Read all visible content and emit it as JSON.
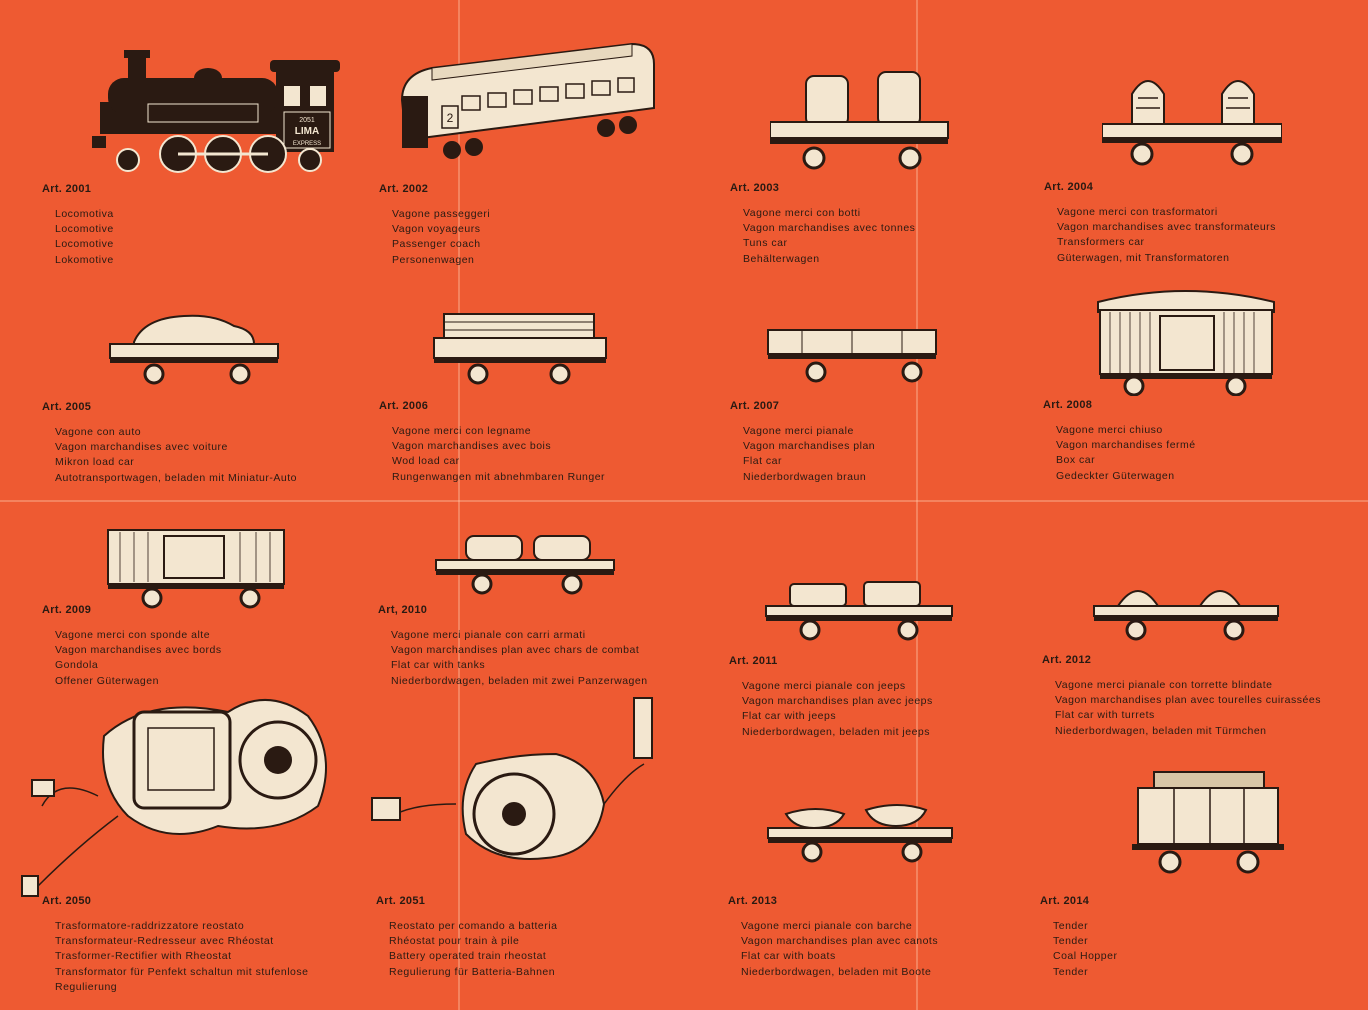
{
  "items": [
    {
      "art": "Art. 2001",
      "lines": [
        "Locomotiva",
        "Locomotive",
        "Locomotive",
        "Lokomotive"
      ]
    },
    {
      "art": "Art. 2002",
      "lines": [
        "Vagone passeggeri",
        "Vagon voyageurs",
        "Passenger coach",
        "Personenwagen"
      ]
    },
    {
      "art": "Art. 2003",
      "lines": [
        "Vagone merci con botti",
        "Vagon marchandises avec tonnes",
        "Tuns car",
        "Behälterwagen"
      ]
    },
    {
      "art": "Art. 2004",
      "lines": [
        "Vagone merci con trasformatori",
        "Vagon marchandises avec transformateurs",
        "Transformers car",
        "Güterwagen, mit Transformatoren"
      ]
    },
    {
      "art": "Art. 2005",
      "lines": [
        "Vagone con auto",
        "Vagon marchandises avec voiture",
        "Mikron load car",
        "Autotransportwagen, beladen mit Miniatur-Auto"
      ]
    },
    {
      "art": "Art. 2006",
      "lines": [
        "Vagone merci con legname",
        "Vagon marchandises avec bois",
        "Wod load car",
        "Rungenwangen mit abnehmbaren Runger"
      ]
    },
    {
      "art": "Art. 2007",
      "lines": [
        "Vagone merci pianale",
        "Vagon marchandises plan",
        "Flat car",
        "Niederbordwagen braun"
      ]
    },
    {
      "art": "Art. 2008",
      "lines": [
        "Vagone merci chiuso",
        "Vagon marchandises fermé",
        "Box car",
        "Gedeckter Güterwagen"
      ]
    },
    {
      "art": "Art. 2009",
      "lines": [
        "Vagone merci con sponde alte",
        "Vagon marchandises avec bords",
        "Gondola",
        "Offener Güterwagen"
      ]
    },
    {
      "art": "Art, 2010",
      "lines": [
        "Vagone merci pianale con carri armati",
        "Vagon marchandises plan avec chars de combat",
        "Flat car with tanks",
        "Niederbordwagen, beladen mit zwei Panzerwagen"
      ]
    },
    {
      "art": "Art. 2011",
      "lines": [
        "Vagone merci pianale con jeeps",
        "Vagon marchandises plan avec jeeps",
        "Flat car with jeeps",
        "Niederbordwagen, beladen mit jeeps"
      ]
    },
    {
      "art": "Art. 2012",
      "lines": [
        "Vagone merci pianale con torrette blindate",
        "Vagon marchandises plan avec tourelles cuirassées",
        "Flat car with turrets",
        "Niederbordwagen, beladen mit Türmchen"
      ]
    },
    {
      "art": "Art. 2050",
      "lines": [
        "Trasformatore-raddrizzatore reostato",
        "Transformateur-Redresseur avec Rhéostat",
        "Trasformer-Rectifier with Rheostat",
        "Transformator für Penfekt schaltun mit stufenlose",
        "Regulierung"
      ]
    },
    {
      "art": "Art. 2051",
      "lines": [
        "Reostato per comando a batteria",
        "Rhéostat pour train à pile",
        "Battery operated train rheostat",
        "Regulierung für Batteria-Bahnen"
      ]
    },
    {
      "art": "Art. 2013",
      "lines": [
        "Vagone merci pianale con barche",
        "Vagon marchandises plan avec canots",
        "Flat car with boats",
        "Niederbordwagen, beladen mit Boote"
      ]
    },
    {
      "art": "Art. 2014",
      "lines": [
        "Tender",
        "Tender",
        "Coal Hopper",
        "Tender"
      ]
    }
  ],
  "loco_plate": {
    "number": "2051",
    "brand": "LIMA",
    "sub": "EXPRESS"
  },
  "coach_class": "2"
}
